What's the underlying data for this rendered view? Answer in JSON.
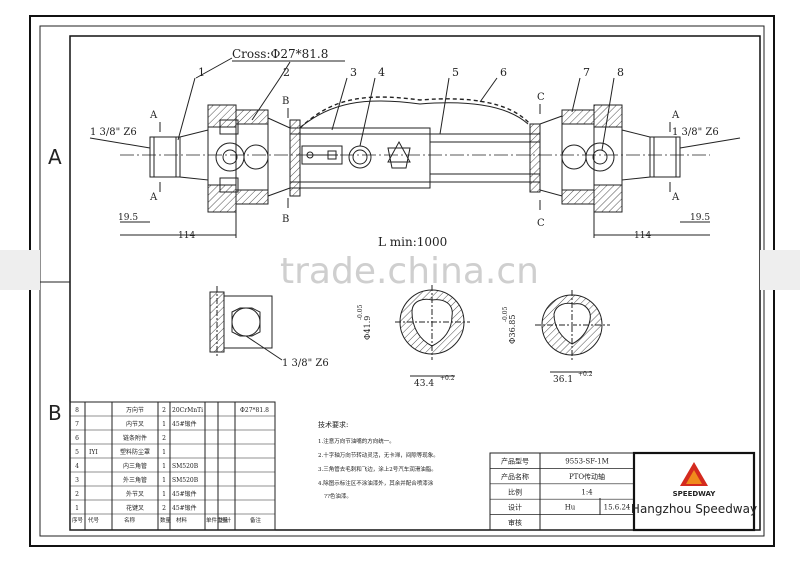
{
  "sheet": {
    "zone_a": "A",
    "zone_b": "B",
    "cross_spec": "Cross:Φ27*81.8",
    "l_min": "L min:1000",
    "watermark": "trade.china.cn",
    "thread_left": "1 3/8\" Z6",
    "thread_right": "1 3/8\" Z6",
    "thread_bottom": "1 3/8\" Z6",
    "dim_left_small": "19.5",
    "dim_right_small": "19.5",
    "dim_left_long": "114",
    "dim_right_long": "114",
    "dim_tri1_w": "43.4",
    "dim_tri1_tol": "+0.2",
    "dim_tri2_w": "36.1",
    "dim_tri2_tol": "+0.2",
    "dim_tri1_h": "Φ41.9",
    "dim_tri2_h": "Φ36.85",
    "dim_tol_small": "-0.05",
    "section_a": "A",
    "section_b": "B",
    "section_c": "C",
    "callouts": [
      "1",
      "2",
      "3",
      "4",
      "5",
      "6",
      "7",
      "8"
    ]
  },
  "tech_notes": {
    "title": "技术要求:",
    "items": [
      "1.注意万向节油嘴的方向统一。",
      "2.十字轴万向节转动灵活，无卡滞，间隙等现象。",
      "3.三角管去毛刺和飞边，涂上2号汽车润滑油脂。",
      "4.除图示标注区不涂油漆外，其余并配合喷漆涂",
      "??色油漆。"
    ]
  },
  "bom": {
    "rows": [
      {
        "no": "8",
        "code": "",
        "name": "万向节",
        "qty": "2",
        "material": "20CrMnTi",
        "note": "Φ27*81.8"
      },
      {
        "no": "7",
        "code": "",
        "name": "内节叉",
        "qty": "1",
        "material": "45#锻件",
        "note": ""
      },
      {
        "no": "6",
        "code": "",
        "name": "链条附件",
        "qty": "2",
        "material": "",
        "note": ""
      },
      {
        "no": "5",
        "code": "IYI",
        "name": "塑料防尘罩",
        "qty": "1",
        "material": "",
        "note": ""
      },
      {
        "no": "4",
        "code": "",
        "name": "内三角管",
        "qty": "1",
        "material": "SM520B",
        "note": ""
      },
      {
        "no": "3",
        "code": "",
        "name": "外三角管",
        "qty": "1",
        "material": "SM520B",
        "note": ""
      },
      {
        "no": "2",
        "code": "",
        "name": "外节叉",
        "qty": "1",
        "material": "45#锻件",
        "note": ""
      },
      {
        "no": "1",
        "code": "",
        "name": "花键叉",
        "qty": "2",
        "material": "45#锻件",
        "note": ""
      }
    ],
    "header": [
      "序号",
      "代号",
      "名称",
      "数量",
      "材料",
      "单件重量",
      "总计",
      "备注"
    ]
  },
  "title_block": {
    "rows": [
      {
        "label": "产品型号",
        "value": "9553-SF-1M",
        "extra": ""
      },
      {
        "label": "产品名称",
        "value": "PTO传动轴",
        "extra": ""
      },
      {
        "label": "比例",
        "value": "1:4",
        "extra": ""
      },
      {
        "label": "设计",
        "value": "Hu",
        "extra": "15.6.24"
      },
      {
        "label": "审核",
        "value": "",
        "extra": ""
      }
    ]
  },
  "logo": {
    "brand": "SPEEDWAY",
    "company": "Hangzhou Speedway",
    "color_red": "#d42a1e",
    "color_orange": "#f08a1c"
  }
}
